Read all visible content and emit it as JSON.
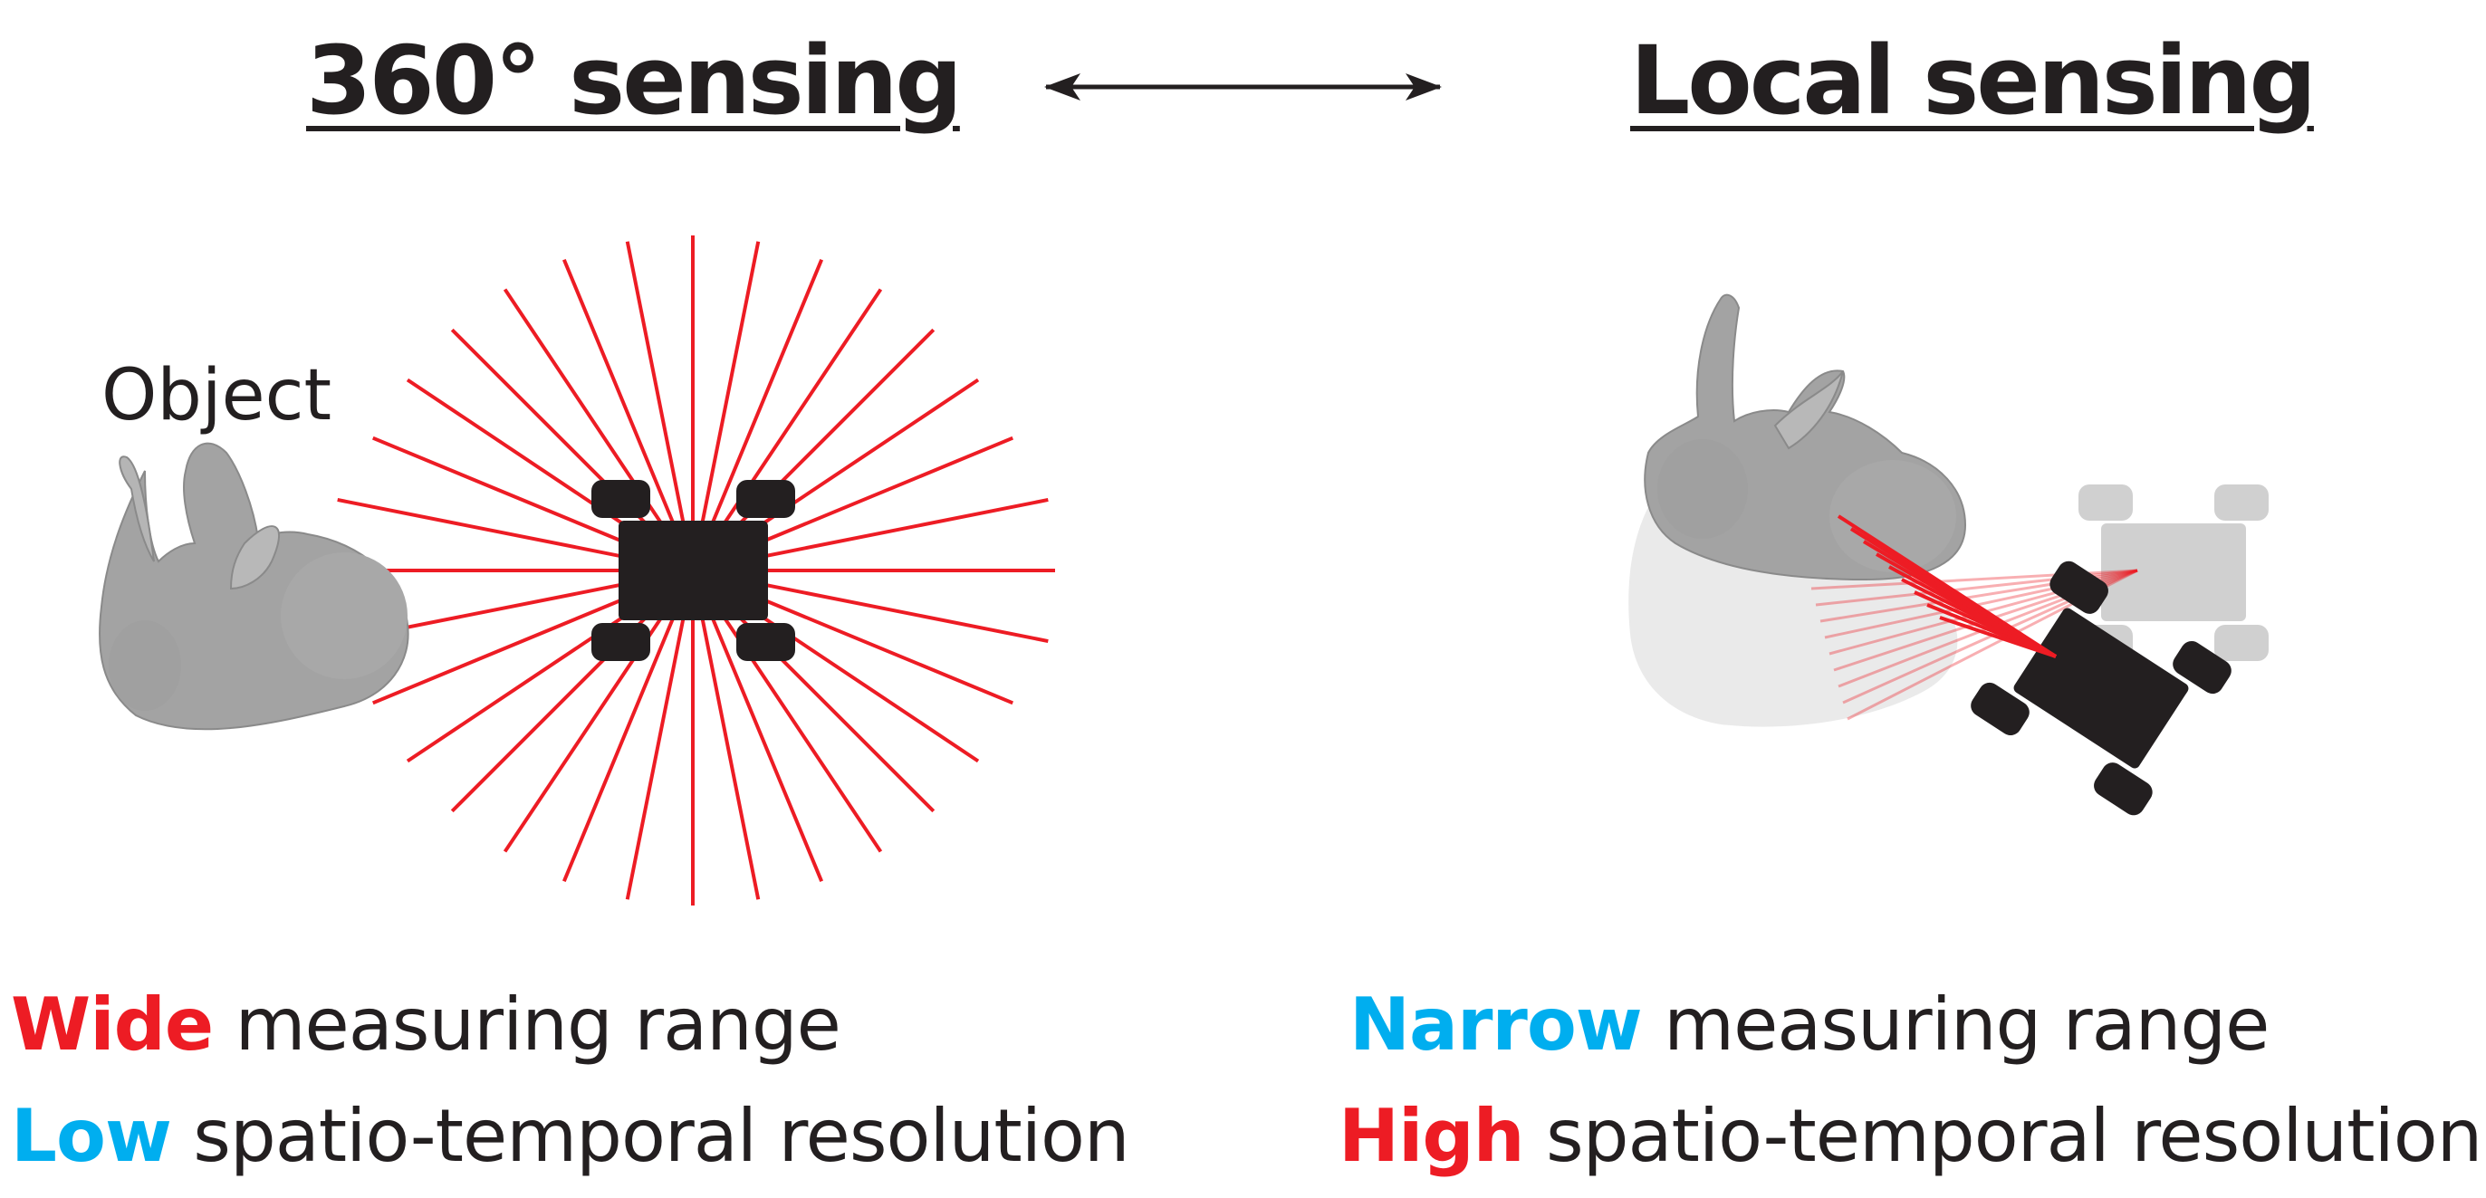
{
  "titles": {
    "left": "360° sensing",
    "right": "Local sensing"
  },
  "object_label": "Object",
  "captions": {
    "left": {
      "line1": {
        "keyword": "Wide",
        "keyword_color": "#ed1c24",
        "rest": " measuring range"
      },
      "line2": {
        "keyword": "Low",
        "keyword_color": "#00aeef",
        "rest": " spatio-temporal resolution"
      }
    },
    "right": {
      "line1": {
        "keyword": "Narrow",
        "keyword_color": "#00aeef",
        "rest": " measuring range"
      },
      "line2": {
        "keyword": "High",
        "keyword_color": "#ed1c24",
        "rest": " spatio-temporal resolution"
      }
    }
  },
  "colors": {
    "ray": "#ed1c24",
    "robot": "#231f20",
    "object": "#a0a0a0",
    "ghost": "#bdbdbd",
    "text": "#231f20"
  }
}
